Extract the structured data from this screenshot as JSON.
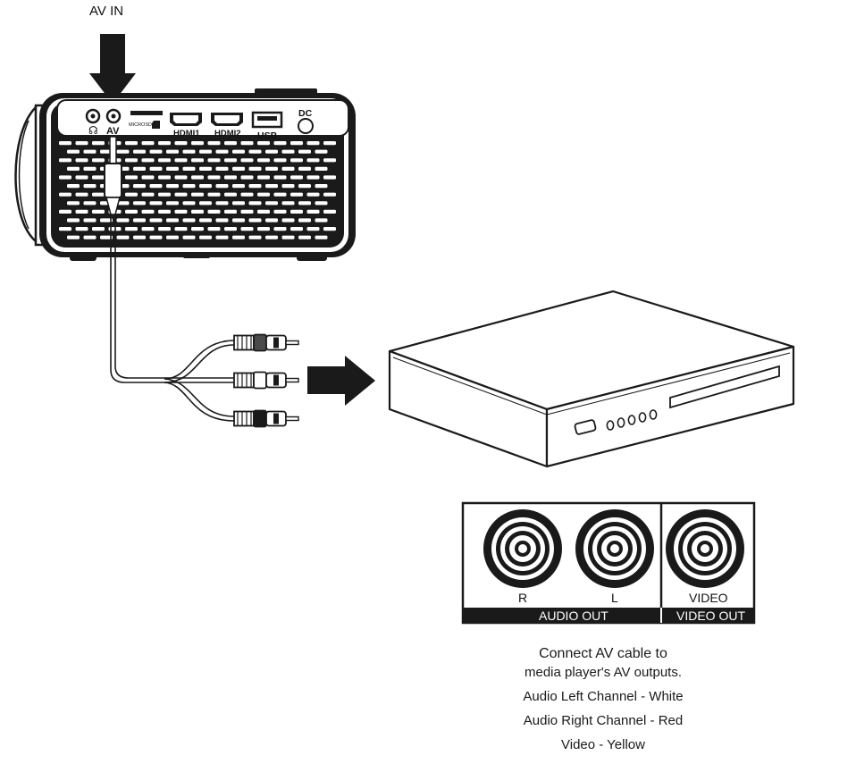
{
  "diagram": {
    "av_in_label": "AV IN",
    "ports": {
      "headphone_label": "☊",
      "av_label": "AV",
      "microsd_label": "MICROSD",
      "hdmi1_label": "HDMI1",
      "hdmi2_label": "HDMI2",
      "usb_label": "USB",
      "dc_label": "DC"
    },
    "output_panel": {
      "jacks": [
        "R",
        "L",
        "VIDEO"
      ],
      "audio_out_label": "AUDIO OUT",
      "video_out_label": "VIDEO OUT"
    },
    "caption": {
      "line1": "Connect AV cable to",
      "line2": "media player's AV outputs.",
      "line3": "Audio Left Channel - White",
      "line4": "Audio Right Channel - Red",
      "line5": "Video - Yellow"
    },
    "icons": [
      "down-arrow-icon",
      "right-arrow-icon",
      "headphone-icon",
      "sd-card-icon",
      "usb-icon",
      "dc-power-icon"
    ]
  }
}
